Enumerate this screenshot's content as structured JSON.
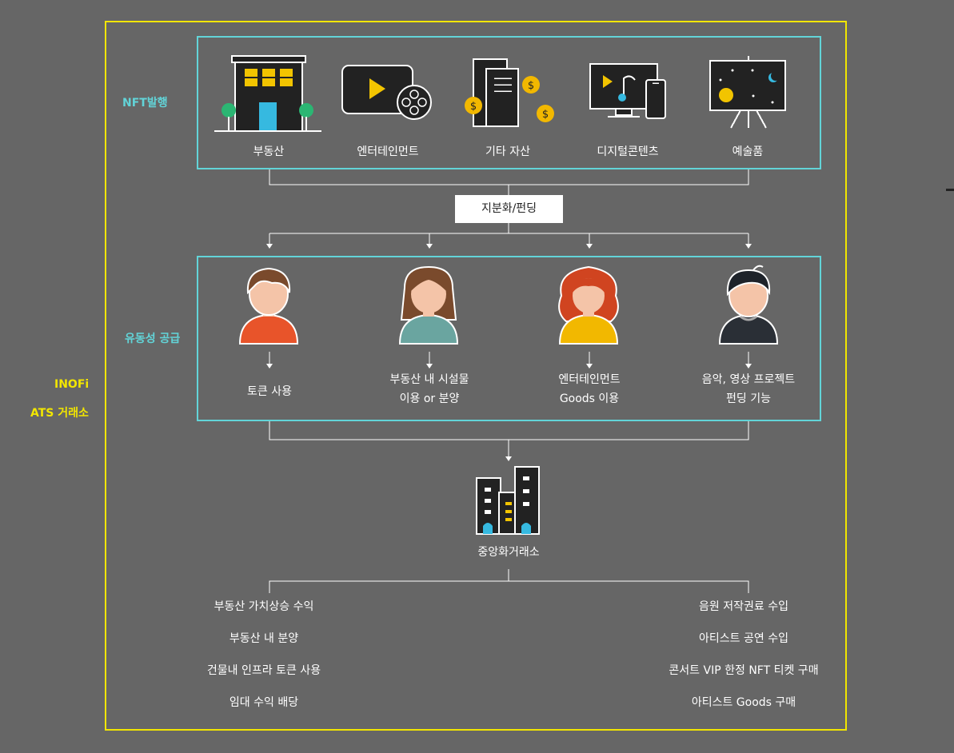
{
  "side_labels": {
    "nft_issue": "NFT발행",
    "liquidity": "유동성 공급",
    "inofi_line1": "INOFi",
    "inofi_line2": "ATS 거래소"
  },
  "nft_items": [
    {
      "label": "부동산",
      "icon": "building-icon"
    },
    {
      "label": "엔터테인먼트",
      "icon": "video-film-icon"
    },
    {
      "label": "기타 자산",
      "icon": "asset-coins-icon"
    },
    {
      "label": "디지털콘텐츠",
      "icon": "digital-devices-icon"
    },
    {
      "label": "예술품",
      "icon": "easel-art-icon"
    }
  ],
  "funding_label": "지분화/펀딩",
  "liquidity_items": [
    {
      "line1": "토큰 사용",
      "line2": "",
      "icon": "man-avatar-icon"
    },
    {
      "line1": "부동산 내 시설물",
      "line2": "이용 or 분양",
      "icon": "woman-avatar-icon"
    },
    {
      "line1": "엔터테인먼트",
      "line2": "Goods 이용",
      "icon": "curly-hair-avatar-icon"
    },
    {
      "line1": "음악, 영상 프로젝트",
      "line2": "펀딩 기능",
      "icon": "boy-avatar-icon"
    }
  ],
  "exchange_label": "중앙화거래소",
  "left_benefits": [
    "부동산 가치상승 수익",
    "부동산 내 분양",
    "건물내 인프라 토큰 사용",
    "임대 수익 배당"
  ],
  "right_benefits": [
    "음원 저작권료 수입",
    "아티스트 공연 수입",
    "콘서트 VIP 한정 NFT 티켓 구매",
    "아티스트 Goods 구매"
  ],
  "colors": {
    "frame": "#f2e600",
    "teal": "#62d4d8",
    "background": "#666666"
  }
}
